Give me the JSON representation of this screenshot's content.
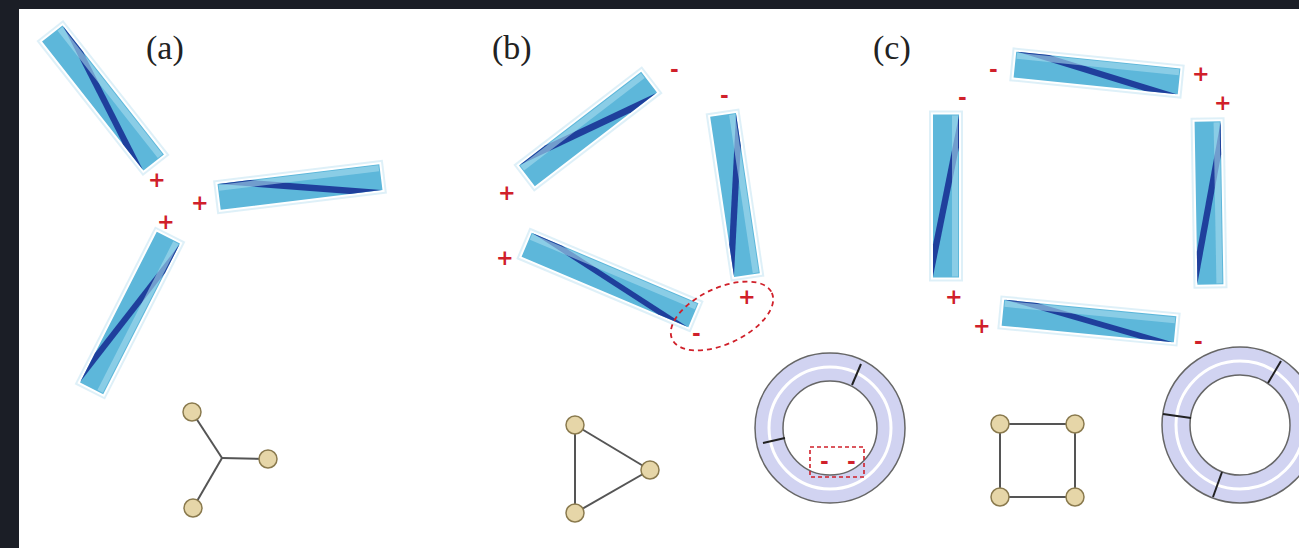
{
  "diagram": {
    "labels": [
      "(a)",
      "+",
      "+",
      "+",
      "(b)",
      "-",
      "+",
      "-",
      "+",
      "+",
      "-",
      "-",
      "-",
      "(c)",
      "-",
      "+",
      "-",
      "+",
      "+",
      "+",
      "-"
    ]
  }
}
